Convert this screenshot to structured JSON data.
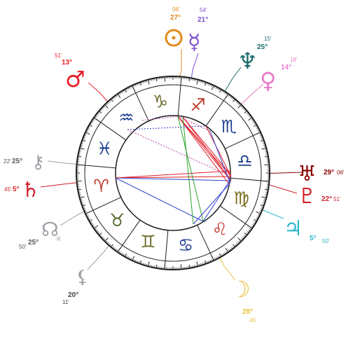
{
  "zodiac": [
    {
      "name": "aries",
      "symbol": "♈",
      "color": "#c0392b"
    },
    {
      "name": "taurus",
      "symbol": "♉",
      "color": "#556b2f"
    },
    {
      "name": "gemini",
      "symbol": "♊",
      "color": "#6b6b2a"
    },
    {
      "name": "cancer",
      "symbol": "♋",
      "color": "#1f3f8f"
    },
    {
      "name": "leo",
      "symbol": "♌",
      "color": "#c0392b"
    },
    {
      "name": "virgo",
      "symbol": "♍",
      "color": "#7a6a1a"
    },
    {
      "name": "libra",
      "symbol": "♎",
      "color": "#1f3f8f"
    },
    {
      "name": "scorpio",
      "symbol": "♏",
      "color": "#1f3f8f"
    },
    {
      "name": "sagittarius",
      "symbol": "♐",
      "color": "#c0392b"
    },
    {
      "name": "capricorn",
      "symbol": "♑",
      "color": "#6b6b2a"
    },
    {
      "name": "aquarius",
      "symbol": "♒",
      "color": "#1f3f8f"
    },
    {
      "name": "pisces",
      "symbol": "♓",
      "color": "#1f3f8f"
    }
  ],
  "planets": [
    {
      "name": "sun",
      "symbol": "☉",
      "color": "#e08a1e",
      "degree": "27°",
      "minute": "06'"
    },
    {
      "name": "mercury",
      "symbol": "☿",
      "color": "#7b4fd0",
      "degree": "21°",
      "minute": "54'"
    },
    {
      "name": "neptune",
      "symbol": "♆",
      "color": "#1a6b6b",
      "degree": "25°",
      "minute": "15'"
    },
    {
      "name": "venus",
      "symbol": "♀",
      "color": "#e87bc8",
      "degree": "14°",
      "minute": "18'"
    },
    {
      "name": "uranus",
      "symbol": "♅",
      "color": "#8b0000",
      "degree": "29°",
      "minute": "06'"
    },
    {
      "name": "pluto",
      "symbol": "♇",
      "color": "#d0202a",
      "degree": "22°",
      "minute": "51'"
    },
    {
      "name": "jupiter",
      "symbol": "♃",
      "color": "#2bb8c8",
      "degree": "5°",
      "minute": "50'"
    },
    {
      "name": "moon",
      "symbol": "☽",
      "color": "#e8c040",
      "degree": "28°",
      "minute": "45'"
    },
    {
      "name": "lilith",
      "symbol": "⚸",
      "color": "#a0a0a8",
      "degree": "20°",
      "minute": "11'"
    },
    {
      "name": "node",
      "symbol": "☊",
      "color": "#a0a0a8",
      "degree": "25°",
      "minute": "50'"
    },
    {
      "name": "saturn",
      "symbol": "♄",
      "color": "#d0202a",
      "degree": "5°",
      "minute": "45'"
    },
    {
      "name": "chiron",
      "symbol": "⚷",
      "color": "#a0a0a8",
      "degree": "25°",
      "minute": "22'"
    },
    {
      "name": "mars",
      "symbol": "♂",
      "color": "#e8202a",
      "degree": "13°",
      "minute": "51'"
    }
  ],
  "node_suffix": "R",
  "colors": {
    "ring": "#1e1e1e",
    "aspect_red": "#e0202a",
    "aspect_blue": "#2e3fd0",
    "aspect_green": "#2aa02a",
    "aspect_magenta": "#c040a0"
  }
}
